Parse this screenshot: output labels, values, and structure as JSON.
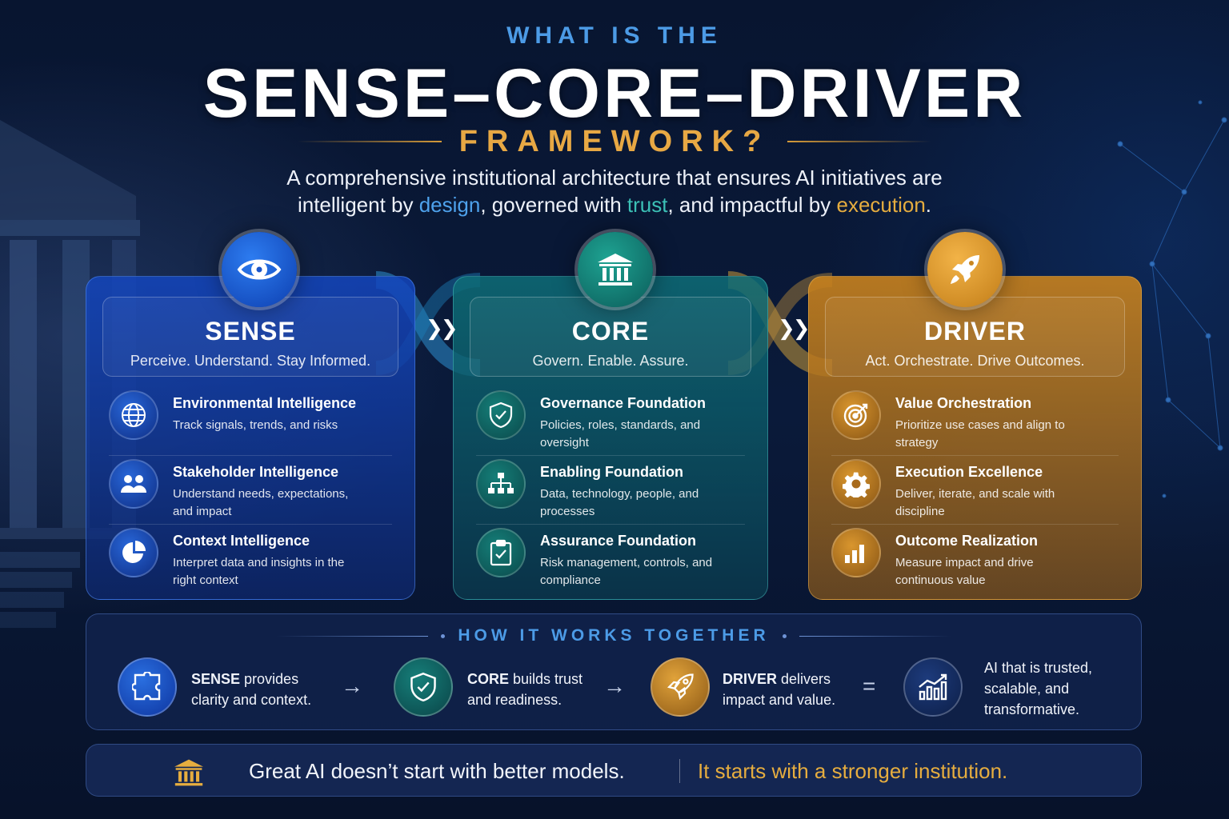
{
  "header": {
    "kicker": "WHAT IS THE",
    "title": "SENSE–CORE–DRIVER",
    "subtitle": "FRAMEWORK?",
    "tagline_line1": "A comprehensive institutional architecture that ensures AI initiatives are",
    "tagline_line2_a": "intelligent by ",
    "tagline_line2_design": "design",
    "tagline_line2_b": ", governed with ",
    "tagline_line2_trust": "trust",
    "tagline_line2_c": ", and impactful by ",
    "tagline_line2_execution": "execution",
    "tagline_line2_d": "."
  },
  "pillars": {
    "sense": {
      "name": "SENSE",
      "tagline": "Perceive. Understand. Stay Informed.",
      "icon": "eye-icon",
      "color": "#1c5fd6",
      "items": [
        {
          "title": "Environmental Intelligence",
          "desc": "Track signals, trends, and risks",
          "icon": "globe-icon"
        },
        {
          "title": "Stakeholder Intelligence",
          "desc": "Understand needs, expectations, and impact",
          "icon": "people-icon"
        },
        {
          "title": "Context Intelligence",
          "desc": "Interpret data and insights in the right context",
          "icon": "pie-chart-icon"
        }
      ]
    },
    "core": {
      "name": "CORE",
      "tagline": "Govern. Enable. Assure.",
      "icon": "institution-icon",
      "color": "#13877f",
      "items": [
        {
          "title": "Governance Foundation",
          "desc": "Policies, roles, standards, and oversight",
          "icon": "shield-check-icon"
        },
        {
          "title": "Enabling Foundation",
          "desc": "Data, technology, people, and processes",
          "icon": "org-chart-icon"
        },
        {
          "title": "Assurance Foundation",
          "desc": "Risk management, controls, and compliance",
          "icon": "clipboard-check-icon"
        }
      ]
    },
    "driver": {
      "name": "DRIVER",
      "tagline": "Act. Orchestrate. Drive Outcomes.",
      "icon": "rocket-icon",
      "color": "#d89327",
      "items": [
        {
          "title": "Value Orchestration",
          "desc": "Prioritize use cases and align to strategy",
          "icon": "target-icon"
        },
        {
          "title": "Execution Excellence",
          "desc": "Deliver, iterate, and scale with discipline",
          "icon": "gear-icon"
        },
        {
          "title": "Outcome Realization",
          "desc": "Measure impact and drive continuous value",
          "icon": "bar-chart-icon"
        }
      ]
    }
  },
  "how": {
    "title": "HOW IT WORKS TOGETHER",
    "steps": [
      {
        "bold": "SENSE",
        "rest_line1": " provides",
        "line2": "clarity and context.",
        "icon": "puzzle-icon"
      },
      {
        "bold": "CORE",
        "rest_line1": " builds trust",
        "line2": "and readiness.",
        "icon": "shield-check-icon"
      },
      {
        "bold": "DRIVER",
        "rest_line1": " delivers",
        "line2": "impact and value.",
        "icon": "rocket-icon"
      }
    ],
    "op_arrow": "→",
    "op_equals": "=",
    "result_line1": "AI that is trusted,",
    "result_line2": "scalable, and",
    "result_line3": "transformative.",
    "result_icon": "growth-chart-icon"
  },
  "quote": {
    "part_a": "Great AI doesn’t start with better models.",
    "part_b": "It starts with a stronger institution.",
    "icon": "institution-icon"
  },
  "colors": {
    "blue": "#4ea2ec",
    "teal": "#3cc1b6",
    "gold": "#e6ad3f"
  }
}
